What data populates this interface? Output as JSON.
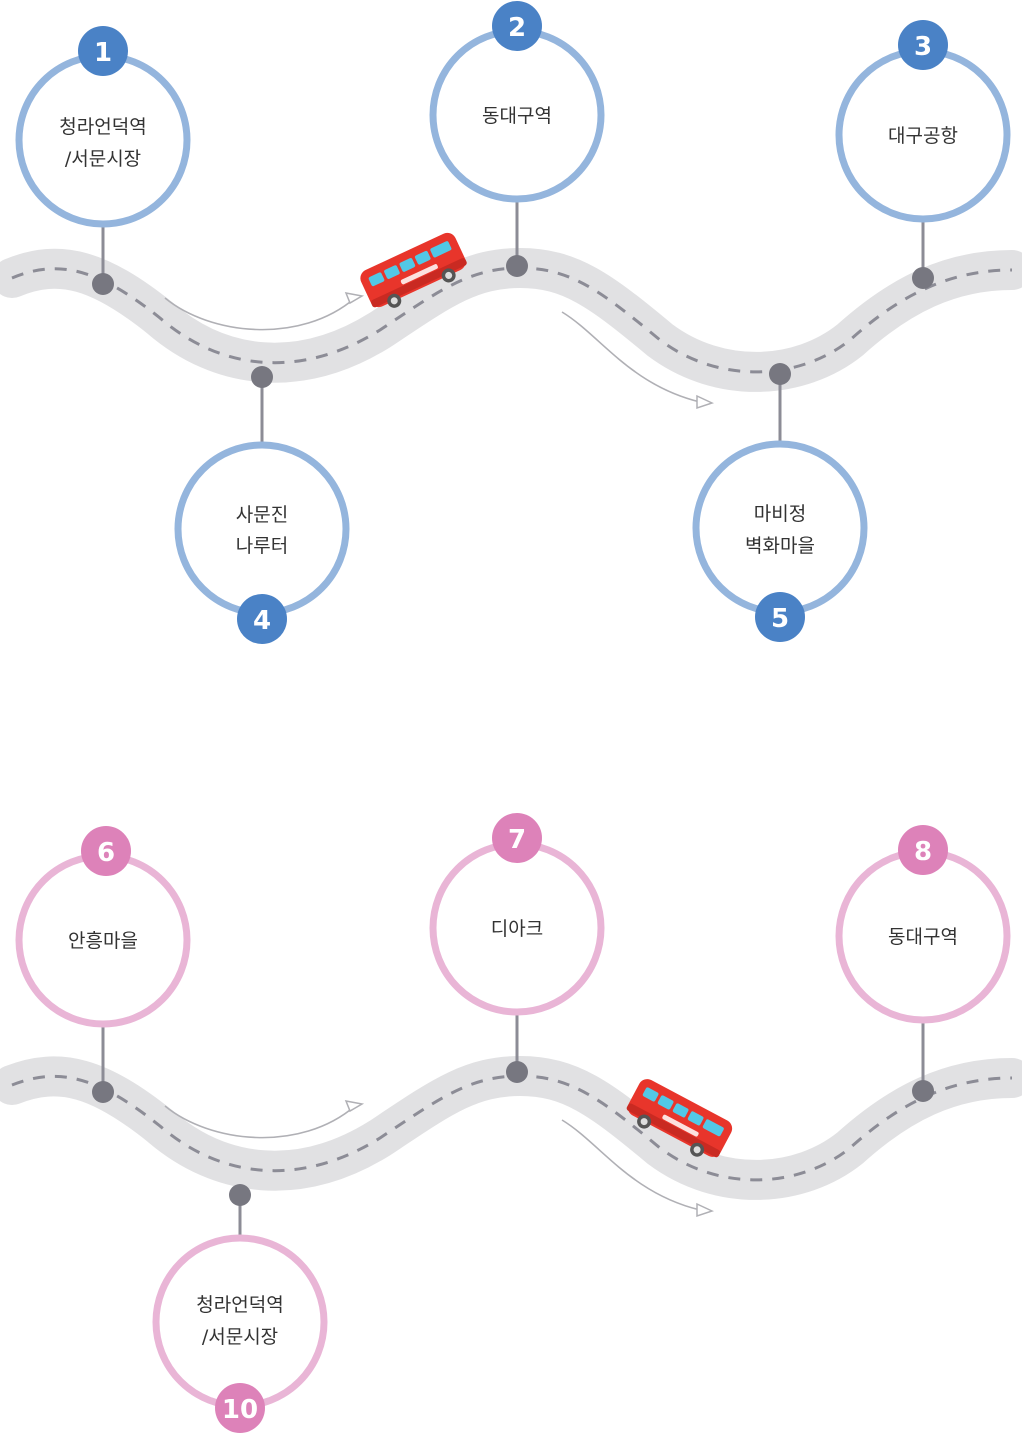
{
  "routes": [
    {
      "color": "#94b5dd",
      "badge_color": "#4a82c6",
      "stops": [
        {
          "number": "1",
          "lines": [
            "청라언덕역",
            "/서문시장"
          ]
        },
        {
          "number": "2",
          "lines": [
            "동대구역"
          ]
        },
        {
          "number": "3",
          "lines": [
            "대구공항"
          ]
        },
        {
          "number": "4",
          "lines": [
            "사문진",
            "나루터"
          ]
        },
        {
          "number": "5",
          "lines": [
            "마비정",
            "벽화마을"
          ]
        }
      ]
    },
    {
      "color": "#e9b5d6",
      "badge_color": "#dd82b9",
      "stops": [
        {
          "number": "6",
          "lines": [
            "안흥마을"
          ]
        },
        {
          "number": "7",
          "lines": [
            "디아크"
          ]
        },
        {
          "number": "8",
          "lines": [
            "동대구역"
          ]
        },
        {
          "number": "10",
          "lines": [
            "청라언덕역",
            "/서문시장"
          ]
        }
      ]
    }
  ],
  "road_color": "#e1e1e3",
  "pin_color": "#777780",
  "bus_color": "#e8352b",
  "bus_window_color": "#52c8e6"
}
